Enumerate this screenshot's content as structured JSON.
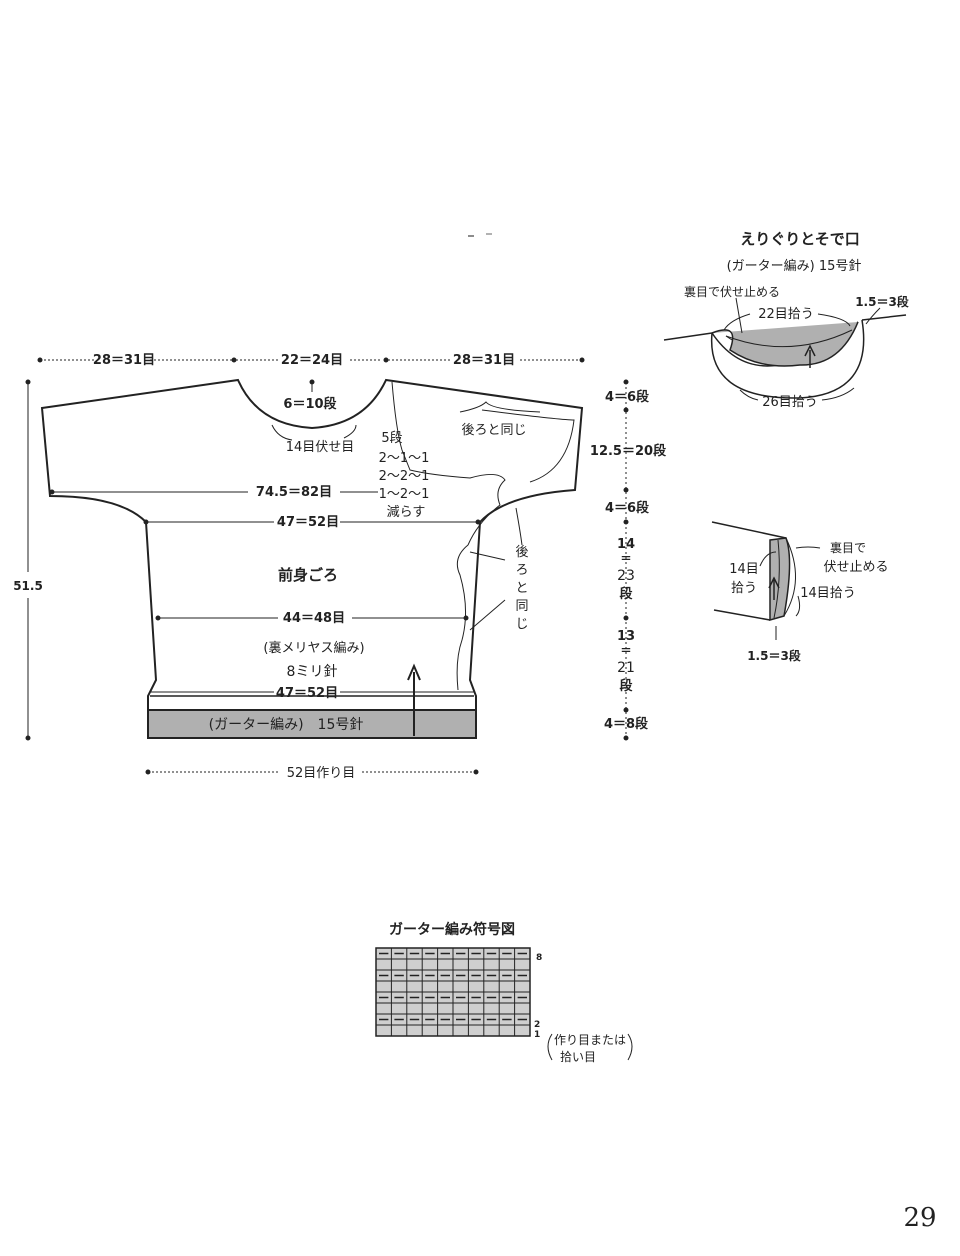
{
  "body": {
    "title": "前身ごろ",
    "dims_top": {
      "left": "28＝31目",
      "center": "22＝24目",
      "right": "28＝31目"
    },
    "neck_depth": "6＝10段",
    "neck_bind_off": "14目伏せ目",
    "decrease": {
      "l1": "5段",
      "l2": "2〜1〜1",
      "l3": "2〜2〜1",
      "l4": "1〜2〜1",
      "l5": "減らす"
    },
    "same_as_back": "後ろと同じ",
    "same_as_back_vertical": [
      "後",
      "ろ",
      "と",
      "同",
      "じ"
    ],
    "width_sleeve": "74.5＝82目",
    "width_chest": "47＝52目",
    "width_waist": "44＝48目",
    "stitch": "(裏メリヤス編み)",
    "needle": "8ミリ針",
    "width_hem": "47＝52目",
    "band": "(ガーター編み)　15号針",
    "cast_on": "52目作り目",
    "height_total": "51.5",
    "right_dims": {
      "r1": "4＝6段",
      "r2": "12.5＝20段",
      "r3": "4＝6段",
      "r4": [
        "14",
        "＝",
        "23",
        "段"
      ],
      "r5": [
        "13",
        "＝",
        "21",
        "段"
      ],
      "r6": "4＝8段"
    }
  },
  "neckline": {
    "title": "えりぐりとそで口",
    "subtitle": "(ガーター編み) 15号針",
    "bind_off_purl": "裏目で伏せ止める",
    "pick_front": "22目拾う",
    "rows": "1.5＝3段",
    "pick_back": "26目拾う"
  },
  "cuff": {
    "bind_off_l1": "裏目で",
    "bind_off_l2": "伏せ止める",
    "pick_left_l1": "14目",
    "pick_left_l2": "拾う",
    "pick_right": "14目拾う",
    "rows": "1.5＝3段"
  },
  "garter_chart": {
    "title": "ガーター編み符号図",
    "row_top": "8",
    "row_2": "2",
    "row_1": "1",
    "note_l1": "作り目または",
    "note_l2": "拾い目",
    "rows": 8,
    "cols": 10
  },
  "page_number": "29",
  "colors": {
    "line": "#222222",
    "band": "#b0b0b0",
    "chart_bg": "#cfcfcf"
  }
}
